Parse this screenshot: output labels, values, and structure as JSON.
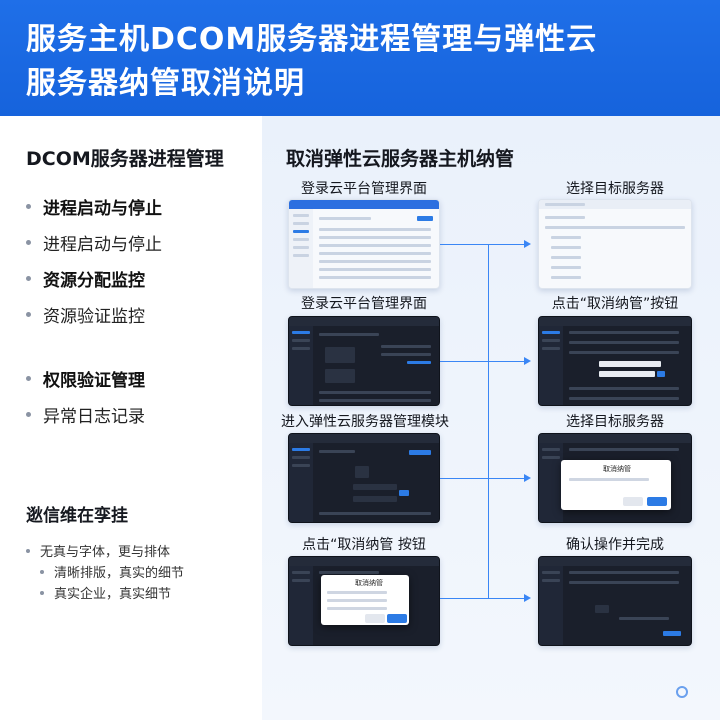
{
  "header": {
    "title_line1": "服务主机DCOM服务器进程管理与弹性云",
    "title_line2": "服务器纳管取消说明"
  },
  "left": {
    "title": "DCOM服务器进程管理",
    "bullets": [
      {
        "label": "进程启动与停止",
        "bold": true
      },
      {
        "label": "进程启动与停止",
        "bold": false
      },
      {
        "label": "资源分配监控",
        "bold": true
      },
      {
        "label": "资源验证监控",
        "bold": false
      }
    ],
    "bullets2": [
      {
        "label": "权限验证管理",
        "bold": true
      },
      {
        "label": "异常日志记录",
        "bold": false
      }
    ],
    "subtitle": "逖信维在孪挂",
    "notes": [
      {
        "label": "无真与字体，更与排体",
        "sub": false
      },
      {
        "label": "清晰排版，真实的细节",
        "sub": true
      },
      {
        "label": "真实企业，真实细节",
        "sub": true
      }
    ]
  },
  "right": {
    "title": "取消弹性云服务器主机纳管",
    "steps_left": [
      "登录云平台管理界面",
      "登录云平台管理界面",
      "进入弹性云服务器管理模块",
      "点击“取消纳管 按钮"
    ],
    "steps_right": [
      "选择目标服务器",
      "点击“取消纳管”按钮",
      "选择目标服务器",
      "确认操作并完成"
    ],
    "modal_title_1": "取消纳管",
    "modal_title_2": "取消纳管"
  },
  "colors": {
    "primary": "#1f6fe8",
    "accent": "#3a86f5",
    "dark_panel": "#1a1f2b"
  }
}
